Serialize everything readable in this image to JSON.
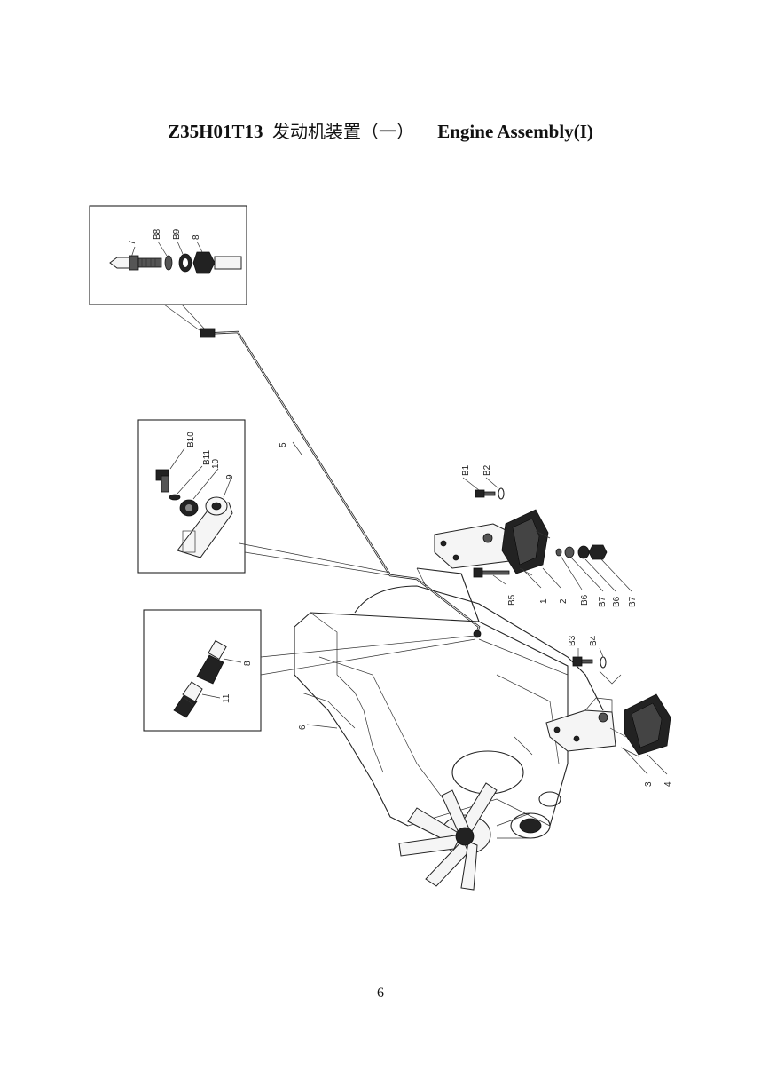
{
  "page": {
    "code": "Z35H01T13",
    "title_cn": "发动机装置（一）",
    "title_en": "Engine Assembly(I)",
    "page_number": "6"
  },
  "callouts": {
    "detail_top": [
      "7",
      "B8",
      "B9",
      "8"
    ],
    "detail_mid": [
      "B10",
      "B11",
      "10",
      "9"
    ],
    "detail_low": [
      "8",
      "11"
    ],
    "pipe": "5",
    "engine": "6",
    "rear_mount": [
      "B1",
      "B2",
      "B5",
      "1",
      "2",
      "B6",
      "B7",
      "B6",
      "B7"
    ],
    "front_mount": [
      "B3",
      "B4",
      "3",
      "4"
    ]
  }
}
